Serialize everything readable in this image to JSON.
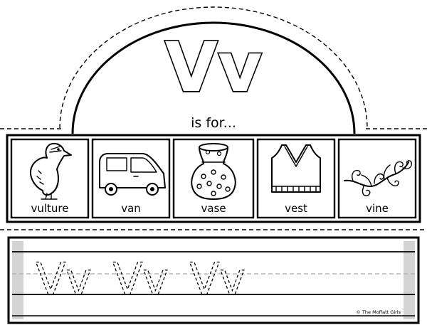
{
  "title": {
    "letters": "Vv",
    "subtitle": "is for..."
  },
  "words": [
    {
      "label": "vulture",
      "icon": "vulture-icon"
    },
    {
      "label": "van",
      "icon": "van-icon"
    },
    {
      "label": "vase",
      "icon": "vase-icon"
    },
    {
      "label": "vest",
      "icon": "vest-icon"
    },
    {
      "label": "vine",
      "icon": "vine-icon"
    }
  ],
  "tracing": {
    "letters": [
      "V",
      "v",
      "V",
      "v",
      "V",
      "v"
    ]
  },
  "copyright": "© The Moffatt Girls",
  "colors": {
    "ink": "#000000",
    "paper": "#ffffff",
    "margin_shade": "#d4d4d4",
    "guide_line": "#b5b5b5"
  }
}
